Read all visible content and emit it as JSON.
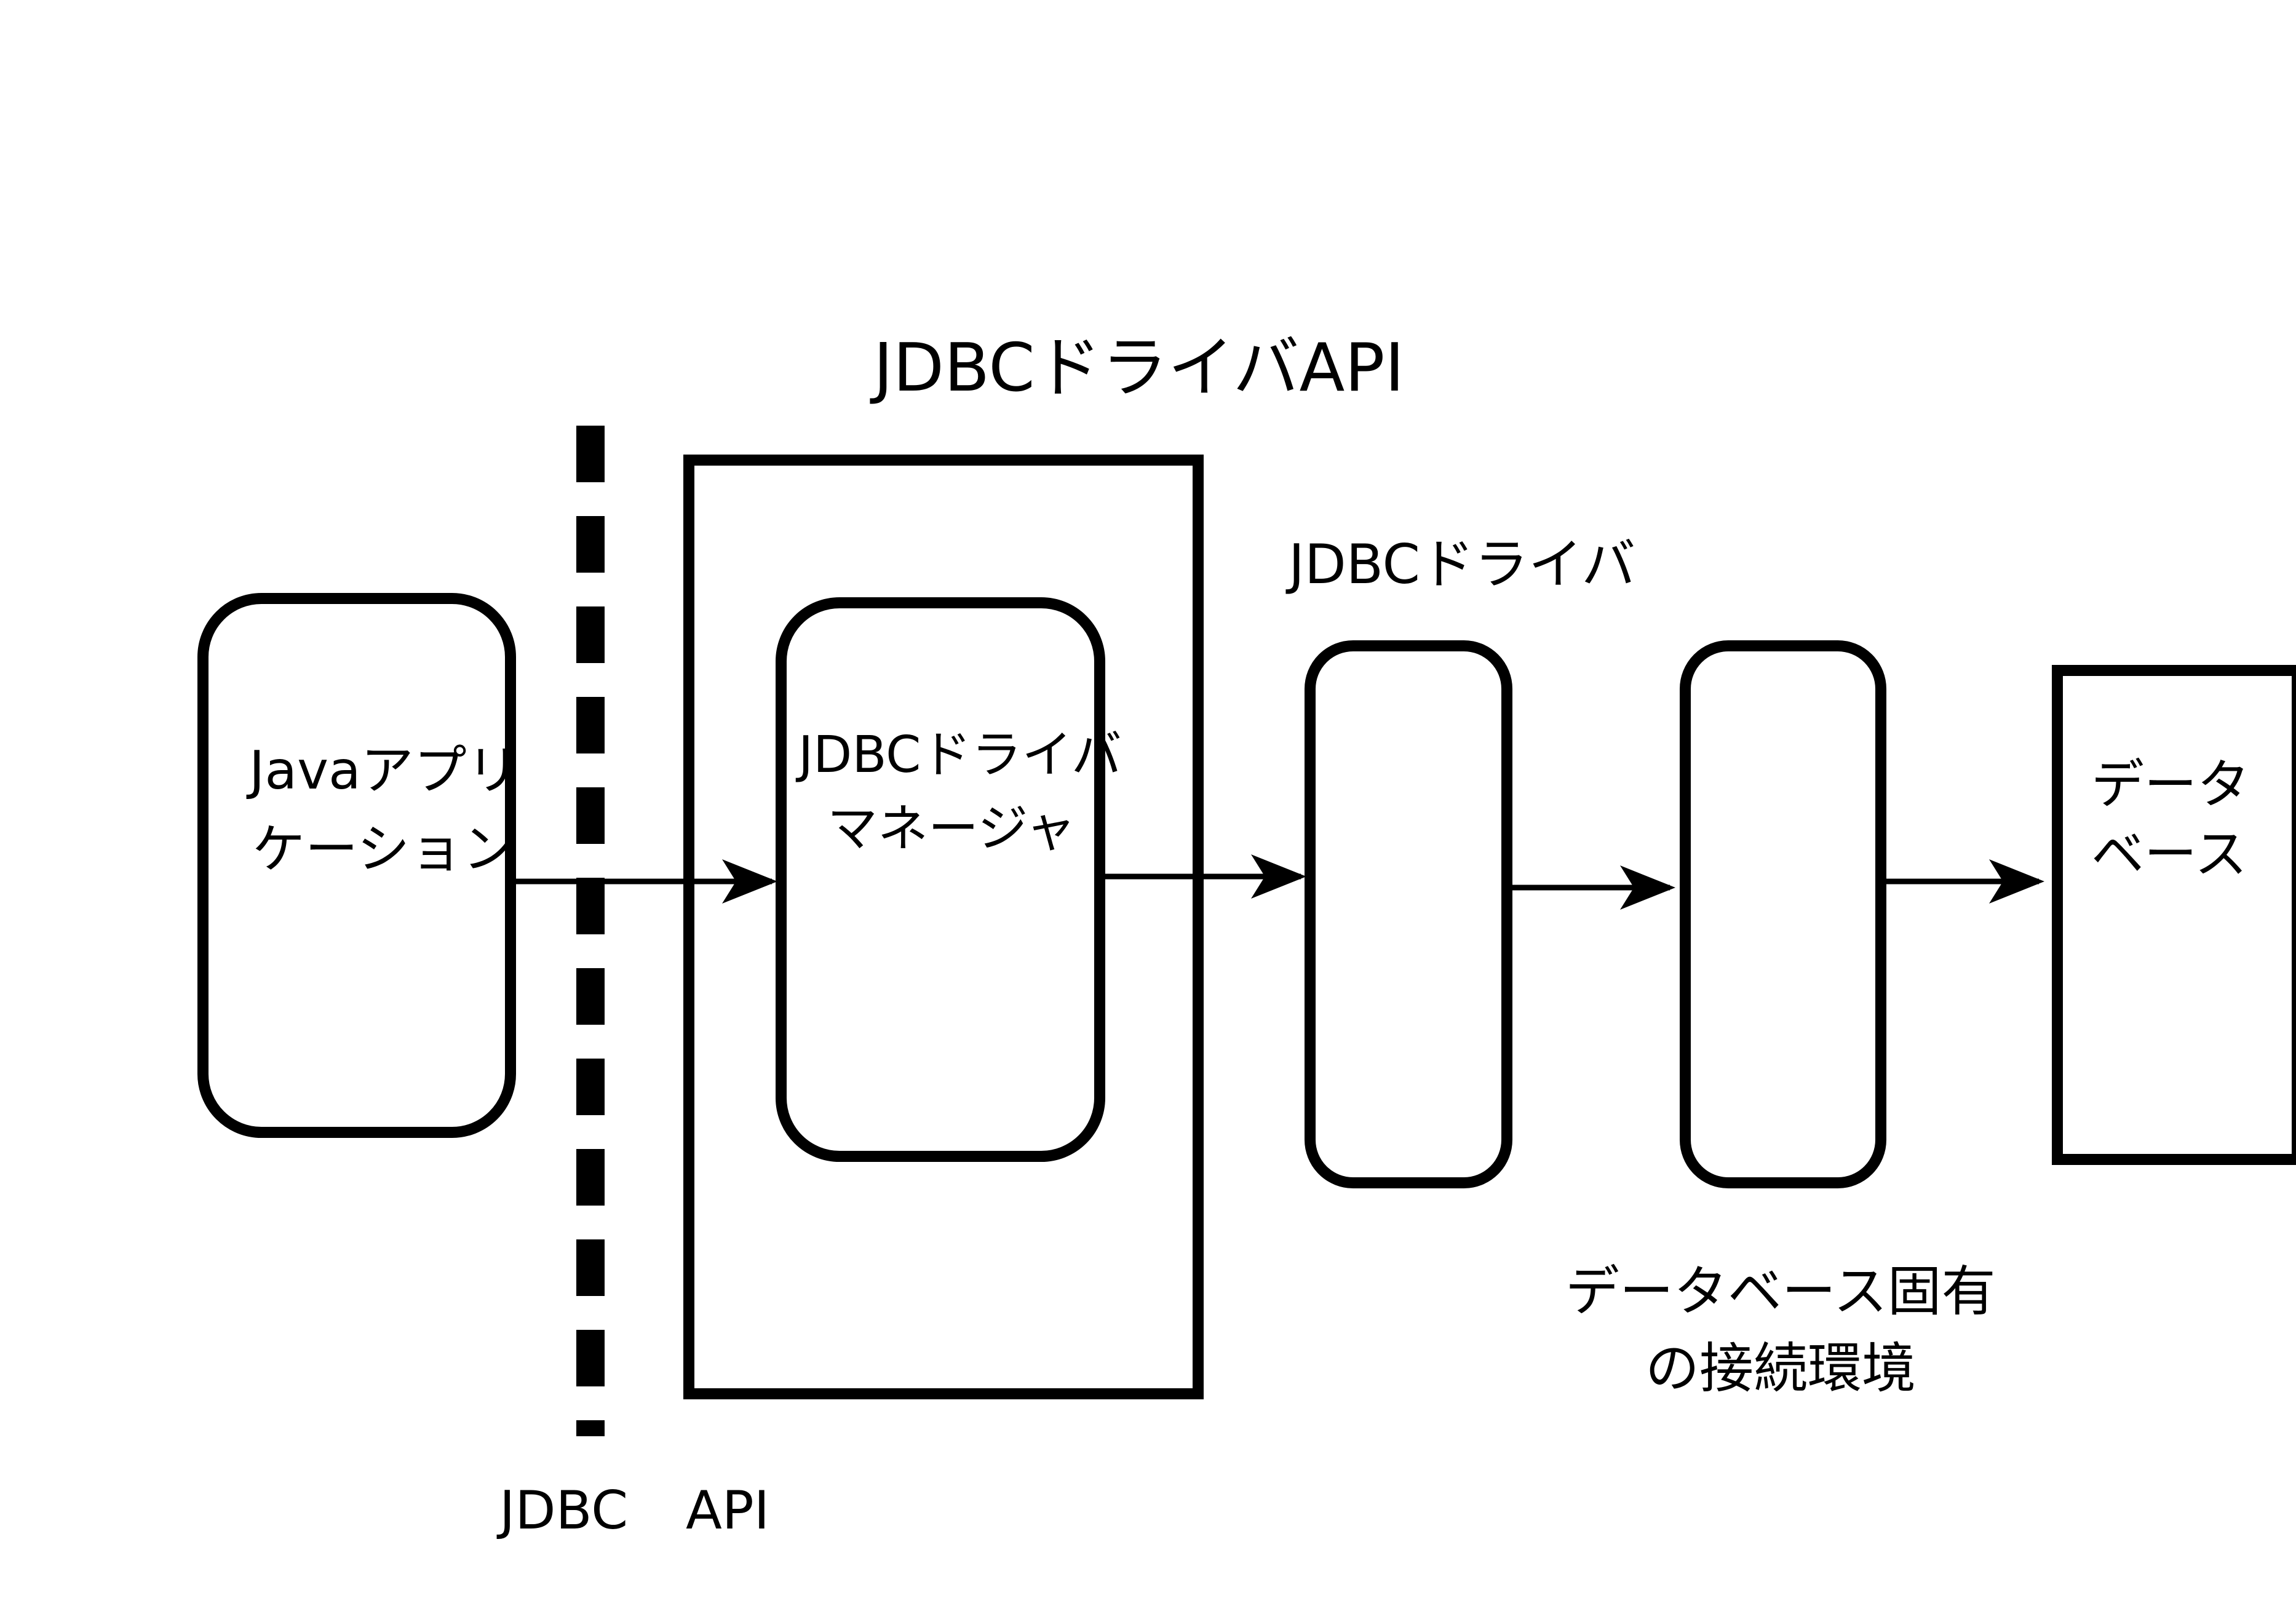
{
  "labels": {
    "driver_api": "JDBCドライバAPI",
    "jdbc_driver": "JDBCドライバ",
    "jdbc": "JDBC",
    "api": "API",
    "db_specific_line1": "データベース固有",
    "db_specific_line2": "の接続環境"
  },
  "nodes": {
    "java_app": {
      "line1": "Javaアプリ",
      "line2": "ケーション"
    },
    "driver_manager": {
      "line1": "JDBCドライバ",
      "line2": "マネージャ"
    },
    "database": {
      "line1": "データ",
      "line2": "ベース"
    }
  },
  "colors": {
    "stroke": "#000000",
    "background": "#ffffff"
  }
}
